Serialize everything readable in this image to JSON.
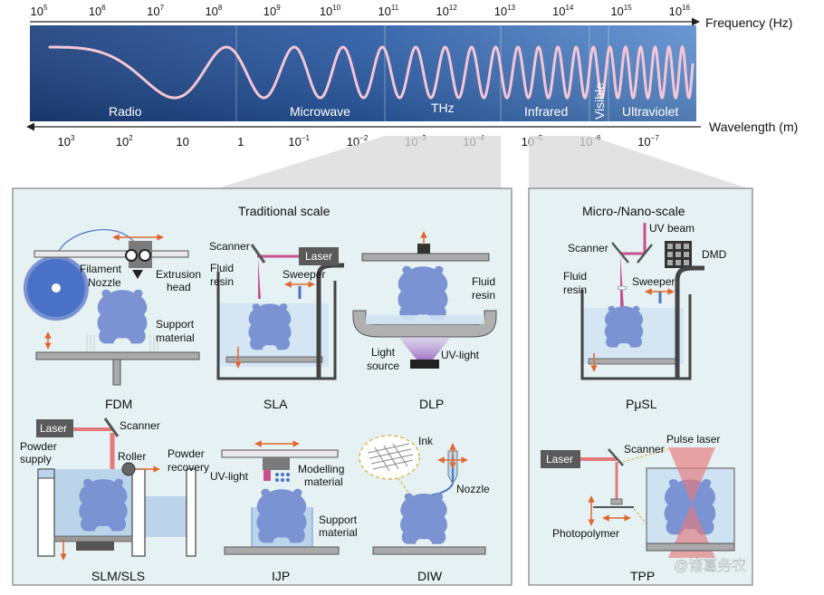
{
  "spectrum": {
    "frequency_axis_label": "Frequency (Hz)",
    "wavelength_axis_label": "Wavelength (m)",
    "frequency_ticks": [
      {
        "base": "10",
        "exp": "5"
      },
      {
        "base": "10",
        "exp": "6"
      },
      {
        "base": "10",
        "exp": "7"
      },
      {
        "base": "10",
        "exp": "8"
      },
      {
        "base": "10",
        "exp": "9"
      },
      {
        "base": "10",
        "exp": "10"
      },
      {
        "base": "10",
        "exp": "11"
      },
      {
        "base": "10",
        "exp": "12"
      },
      {
        "base": "10",
        "exp": "13"
      },
      {
        "base": "10",
        "exp": "14"
      },
      {
        "base": "10",
        "exp": "15"
      },
      {
        "base": "10",
        "exp": "16"
      }
    ],
    "wavelength_ticks": [
      {
        "base": "10",
        "exp": "3"
      },
      {
        "base": "10",
        "exp": "2"
      },
      {
        "base": "10",
        "exp": ""
      },
      {
        "base": "1",
        "exp": ""
      },
      {
        "base": "10",
        "exp": "−1"
      },
      {
        "base": "10",
        "exp": "−2"
      },
      {
        "base": "10",
        "exp": "−3"
      },
      {
        "base": "10",
        "exp": "−4"
      },
      {
        "base": "10",
        "exp": "−5"
      },
      {
        "base": "10",
        "exp": "−6"
      },
      {
        "base": "10",
        "exp": "−7"
      }
    ],
    "bands": [
      "Radio",
      "Microwave",
      "THz",
      "Infrared",
      "Visible",
      "Ultraviolet"
    ]
  },
  "traditional_panel": {
    "title": "Traditional scale",
    "fdm": {
      "name": "FDM",
      "labels": [
        "Filament",
        "Nozzle",
        "Extrusion",
        "head",
        "Support",
        "material"
      ]
    },
    "sla": {
      "name": "SLA",
      "labels": [
        "Scanner",
        "Laser",
        "Fluid",
        "resin",
        "Sweeper"
      ]
    },
    "dlp": {
      "name": "DLP",
      "labels": [
        "Fluid",
        "resin",
        "Light",
        "source",
        "UV-light"
      ]
    },
    "slm": {
      "name": "SLM/SLS",
      "labels": [
        "Laser",
        "Scanner",
        "Powder",
        "supply",
        "Roller",
        "Powder",
        "recovery"
      ]
    },
    "ijp": {
      "name": "IJP",
      "labels": [
        "UV-light",
        "Modelling",
        "material",
        "Support",
        "material"
      ]
    },
    "diw": {
      "name": "DIW",
      "labels": [
        "Ink",
        "Nozzle"
      ]
    }
  },
  "micro_panel": {
    "title": "Micro-/Nano-scale",
    "pusl": {
      "name": "PμSL",
      "labels": [
        "UV beam",
        "Scanner",
        "DMD",
        "Fluid",
        "resin",
        "Sweeper"
      ]
    },
    "tpp": {
      "name": "TPP",
      "labels": [
        "Laser",
        "Scanner",
        "Pulse laser",
        "Photopolymer"
      ]
    }
  },
  "watermark": "@诸葛务农",
  "colors": {
    "spectrum_dark": "#1d3f7c",
    "spectrum_light": "#5a8ccf",
    "wave": "#f4c6d6",
    "panel_bg": "#e5f1f3",
    "bear": "#7b93d2",
    "arrow": "#e0672e",
    "laser": "#c9508f",
    "red_beam": "#e57a7c"
  }
}
